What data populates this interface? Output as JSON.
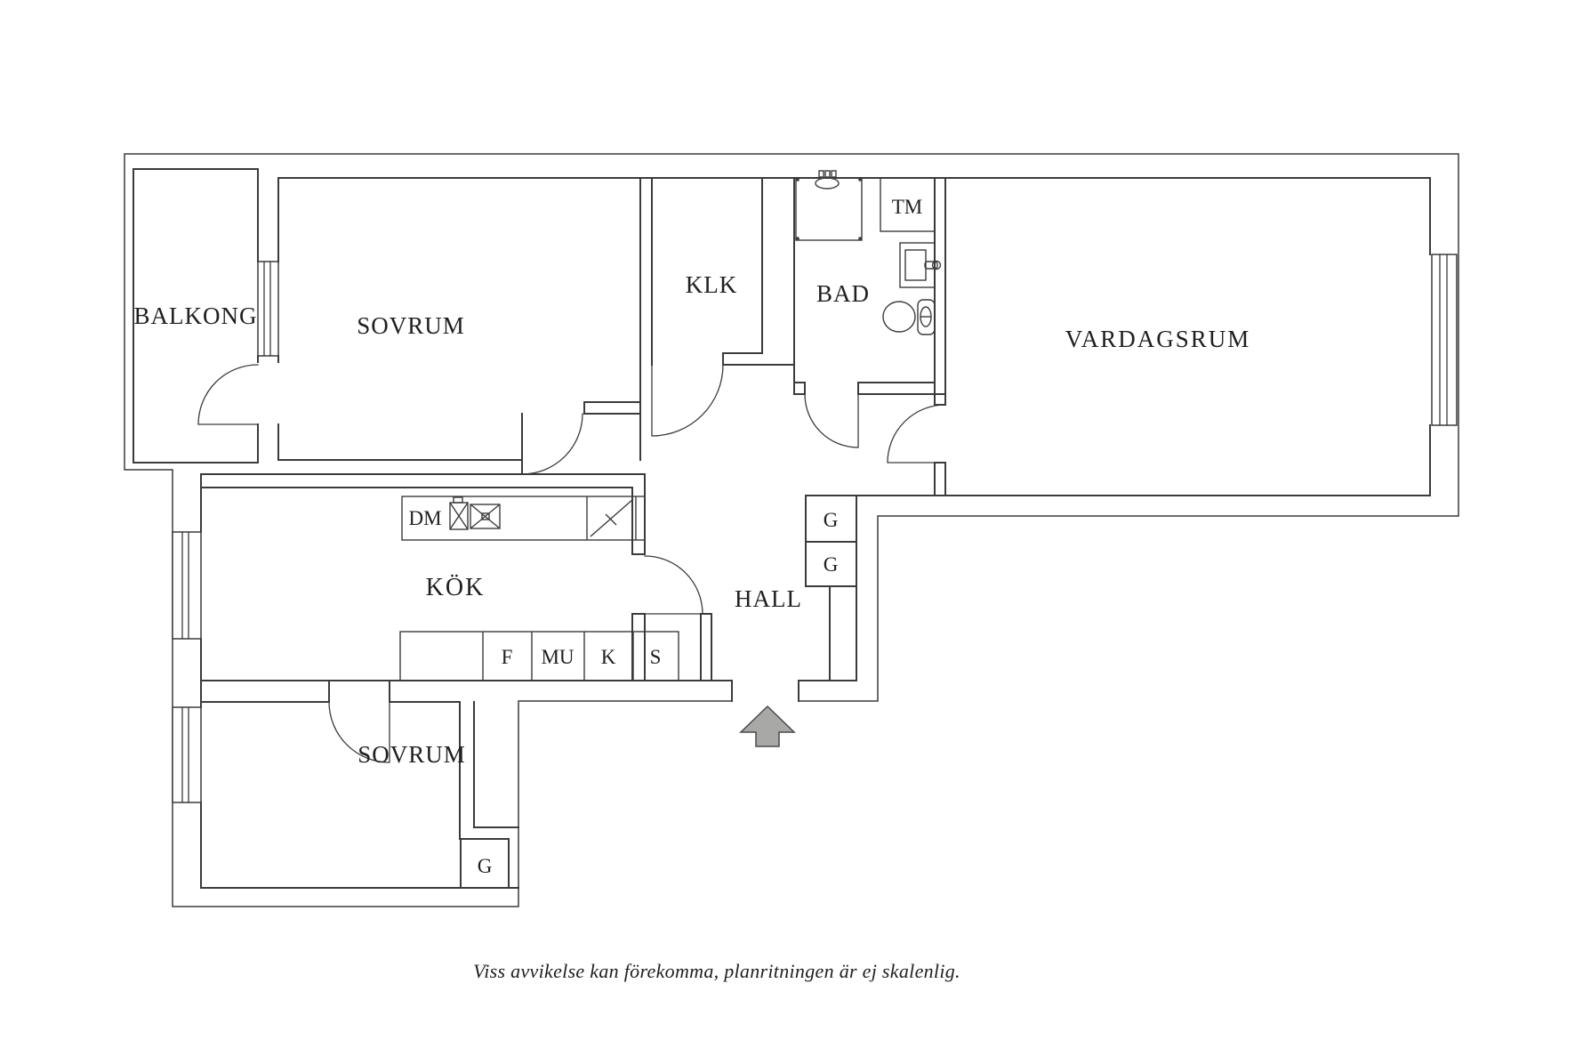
{
  "floorplan": {
    "rooms": [
      {
        "id": "balkong",
        "label": "BALKONG"
      },
      {
        "id": "sovrum-top",
        "label": "SOVRUM"
      },
      {
        "id": "klk",
        "label": "KLK"
      },
      {
        "id": "bad",
        "label": "BAD"
      },
      {
        "id": "vardagsrum",
        "label": "VARDAGSRUM"
      },
      {
        "id": "kok",
        "label": "KÖK"
      },
      {
        "id": "hall",
        "label": "HALL"
      },
      {
        "id": "sovrum-bottom",
        "label": "SOVRUM"
      }
    ],
    "markers": {
      "tm": "TM",
      "dm": "DM",
      "f": "F",
      "mu": "MU",
      "k": "K",
      "s": "S",
      "g_hall_1": "G",
      "g_hall_2": "G",
      "g_sovrum": "G"
    },
    "caption": "Viss avvikelse kan förekomma, planritningen är ej skalenlig.",
    "colors": {
      "line": "#3b3b3b",
      "label": "#1f1f1f",
      "arrow": "#a8a8a6",
      "background": "#ffffff"
    }
  }
}
